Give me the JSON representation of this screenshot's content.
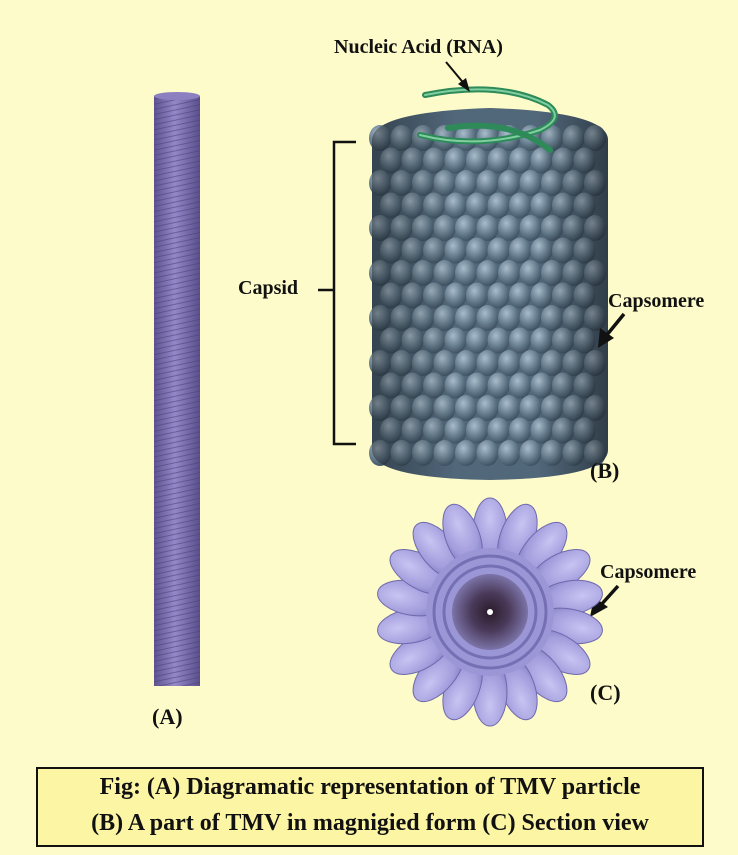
{
  "labels": {
    "nucleic_acid": "Nucleic Acid (RNA)",
    "capsid": "Capsid",
    "capsomere_b": "Capsomere",
    "capsomere_c": "Capsomere",
    "panel_a": "(A)",
    "panel_b": "(B)",
    "panel_c": "(C)"
  },
  "caption": {
    "line1": "Fig: (A) Diagramatic representation of TMV particle",
    "line2": "(B) A part of TMV in magnigied form (C) Section view"
  },
  "colors": {
    "background": "#fdfbc9",
    "caption_fill": "#fbf5a4",
    "rod": "#7f72b0",
    "capsid": "#6b8293",
    "rna": "#2f8a5a",
    "section": "#a7a3e0"
  }
}
